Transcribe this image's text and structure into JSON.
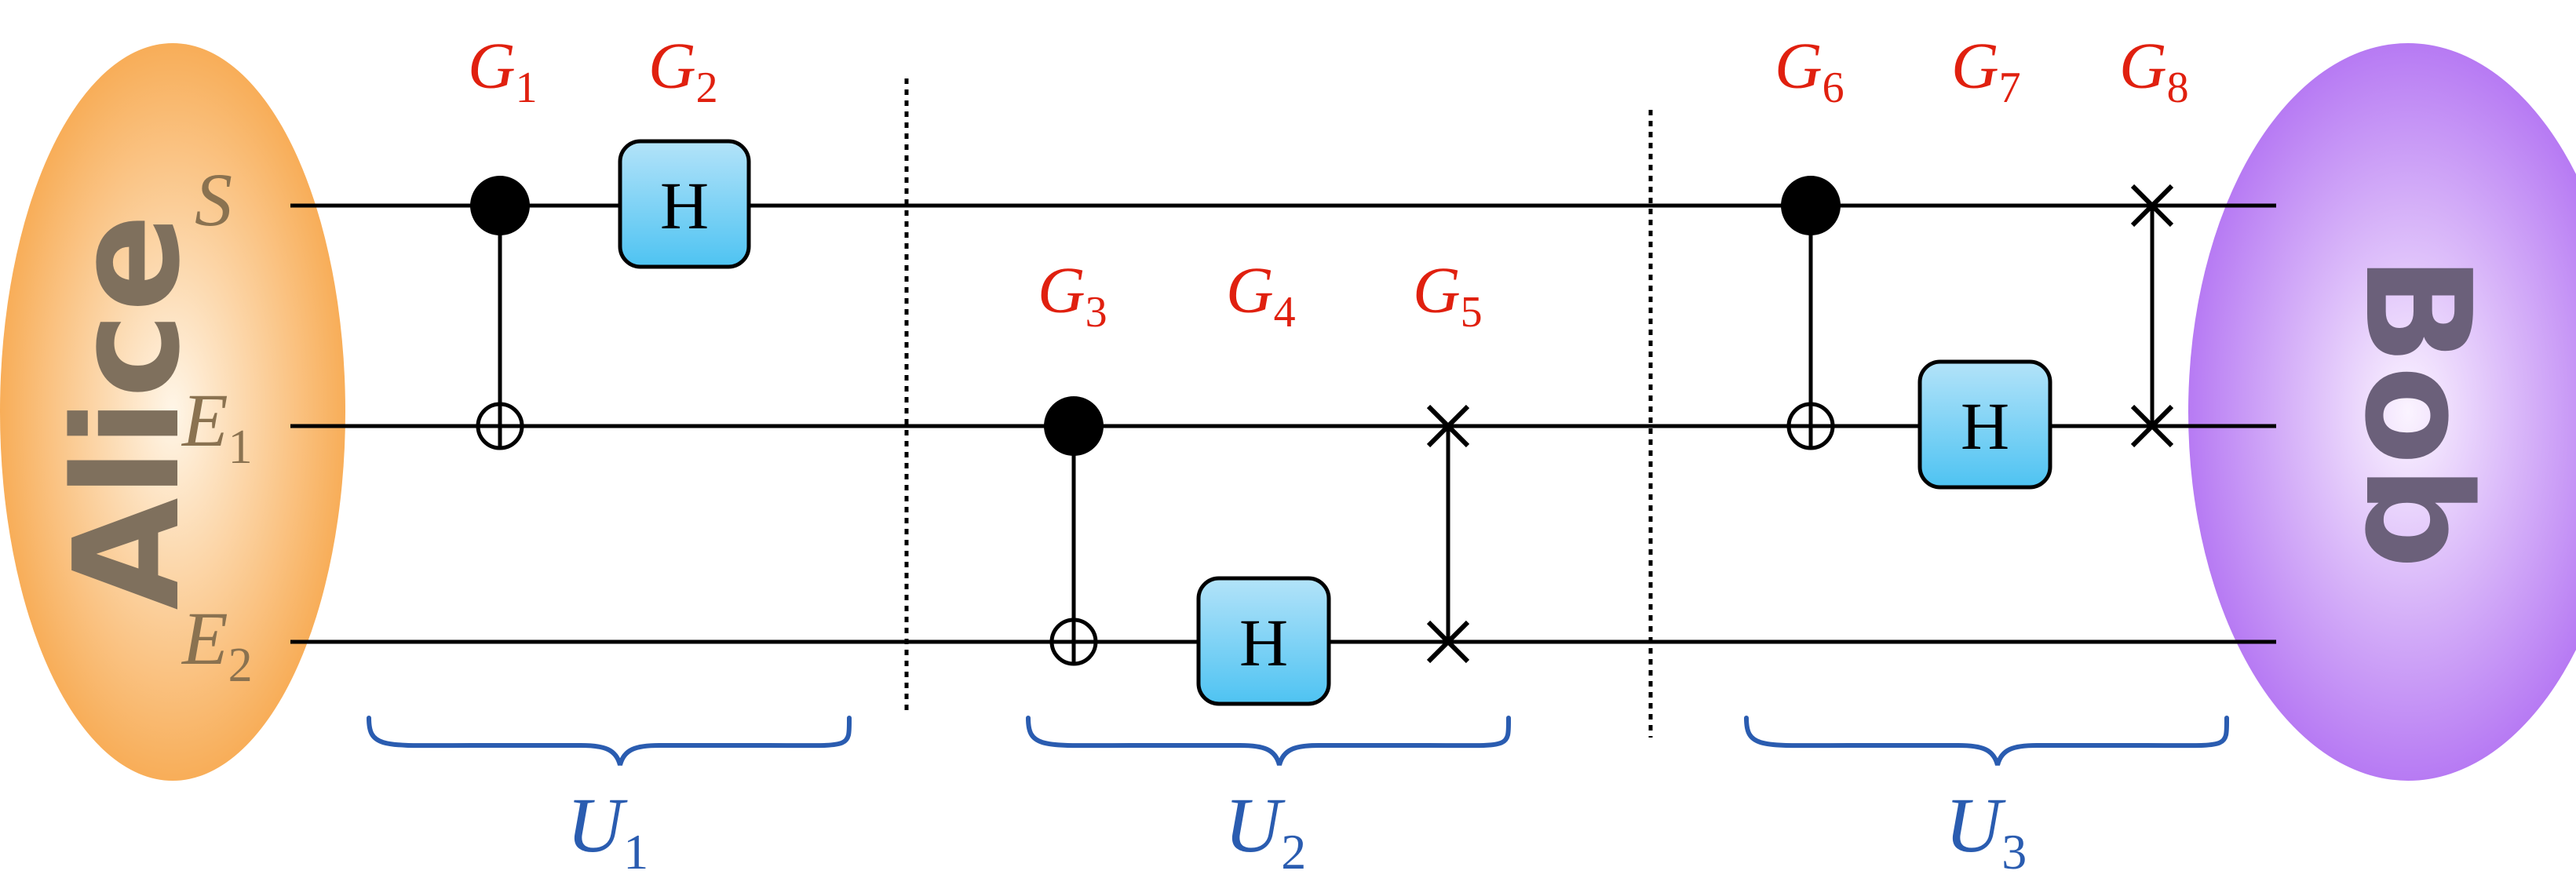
{
  "parties": {
    "alice": "Alice",
    "bob": "Bob"
  },
  "qubits": [
    {
      "id": "S",
      "label": "S",
      "sub": ""
    },
    {
      "id": "E1",
      "label": "E",
      "sub": "1"
    },
    {
      "id": "E2",
      "label": "E",
      "sub": "2"
    }
  ],
  "gates": [
    {
      "id": "G1",
      "label": "G",
      "sub": "1",
      "type": "cnot",
      "control": "S",
      "target": "E1"
    },
    {
      "id": "G2",
      "label": "G",
      "sub": "2",
      "type": "hadamard",
      "on": "S",
      "text": "H"
    },
    {
      "id": "G3",
      "label": "G",
      "sub": "3",
      "type": "cnot",
      "control": "E1",
      "target": "E2"
    },
    {
      "id": "G4",
      "label": "G",
      "sub": "4",
      "type": "hadamard",
      "on": "E2",
      "text": "H"
    },
    {
      "id": "G5",
      "label": "G",
      "sub": "5",
      "type": "swap",
      "a": "E1",
      "b": "E2"
    },
    {
      "id": "G6",
      "label": "G",
      "sub": "6",
      "type": "cnot",
      "control": "S",
      "target": "E1"
    },
    {
      "id": "G7",
      "label": "G",
      "sub": "7",
      "type": "hadamard",
      "on": "E1",
      "text": "H"
    },
    {
      "id": "G8",
      "label": "G",
      "sub": "8",
      "type": "swap",
      "a": "S",
      "b": "E1"
    }
  ],
  "unitaries": [
    {
      "id": "U1",
      "label": "U",
      "sub": "1"
    },
    {
      "id": "U2",
      "label": "U",
      "sub": "2"
    },
    {
      "id": "U3",
      "label": "U",
      "sub": "3"
    }
  ],
  "colors": {
    "gate_label": "#e0200f",
    "unitary": "#2a5cb0",
    "qubit_label": "#8a7250",
    "wire": "#000000",
    "alice_center": "#fff6e8",
    "alice_edge": "#f7a64a",
    "bob_center": "#fbf4ff",
    "bob_edge": "#b06ef2",
    "alice_text": "#7f705d",
    "bob_text": "#6b607a",
    "hbox_top": "#b3e3f9",
    "hbox_bottom": "#4ec3f2"
  }
}
